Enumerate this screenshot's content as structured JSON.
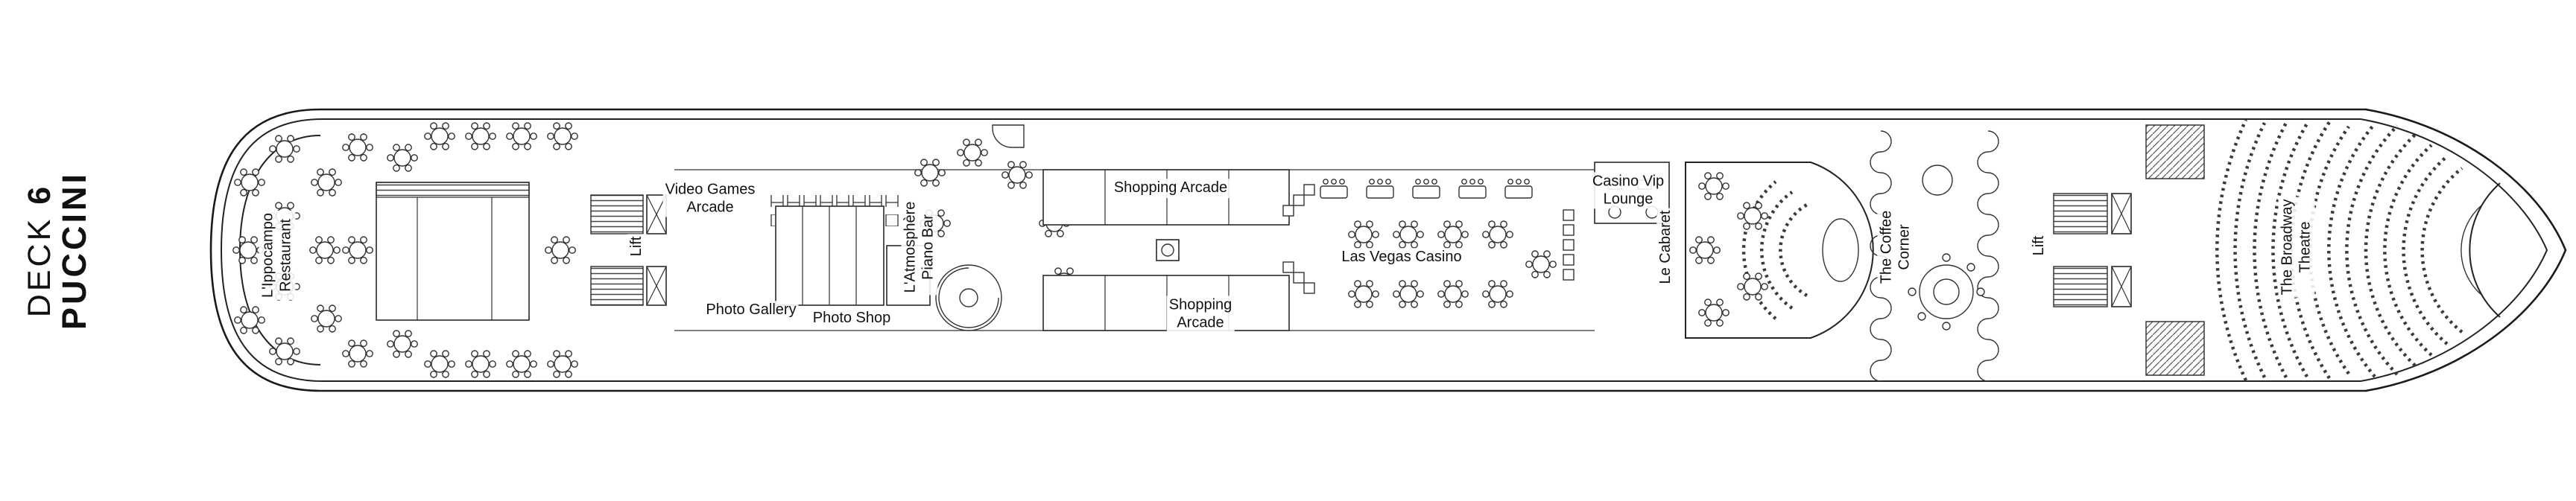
{
  "page": {
    "background": "#ffffff",
    "line_color": "#222222",
    "text_color": "#111111"
  },
  "deck": {
    "word": "DECK",
    "number": "6",
    "name": "PUCCINI"
  },
  "venues": {
    "ippocampo": {
      "line1": "L'Ippocampo",
      "line2": "Restaurant"
    },
    "lift_left": {
      "label": "Lift"
    },
    "video_games": {
      "line1": "Video Games",
      "line2": "Arcade"
    },
    "photo_gallery": {
      "label": "Photo Gallery"
    },
    "photo_shop": {
      "label": "Photo Shop"
    },
    "piano_bar": {
      "line1": "L'Atmosphère",
      "line2": "Piano Bar"
    },
    "shopping_arcade_top": {
      "label": "Shopping Arcade"
    },
    "shopping_arcade_bottom": {
      "line1": "Shopping",
      "line2": "Arcade"
    },
    "las_vegas_casino": {
      "label": "Las Vegas Casino"
    },
    "casino_vip": {
      "line1": "Casino Vip",
      "line2": "Lounge"
    },
    "le_cabaret": {
      "label": "Le Cabaret"
    },
    "coffee_corner": {
      "line1": "The Coffee",
      "line2": "Corner"
    },
    "lift_right": {
      "label": "Lift"
    },
    "broadway_theatre": {
      "line1": "The Broadway",
      "line2": "Theatre"
    }
  }
}
